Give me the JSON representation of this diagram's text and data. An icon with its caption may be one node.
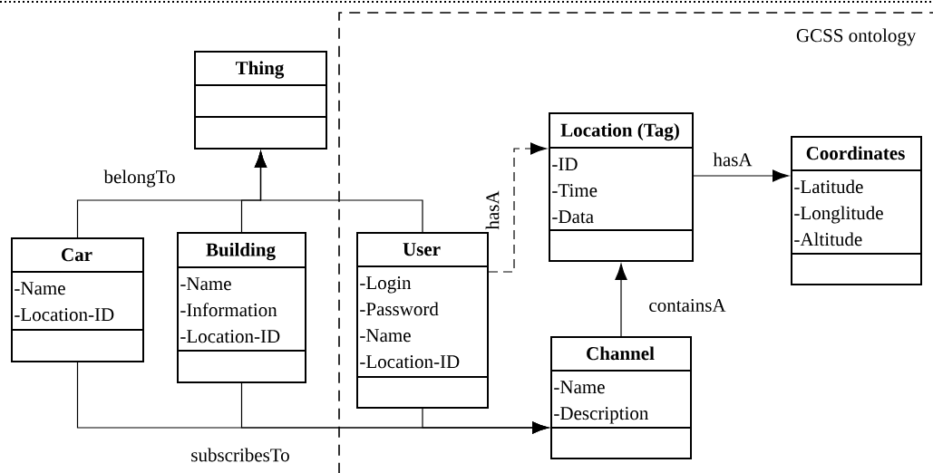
{
  "diagram": {
    "nodes": [
      {
        "text": [
          "GCSS ontology"
        ]
      },
      {
        "text": [
          "Thing"
        ]
      },
      {
        "text": [
          "Location (Tag)",
          "-ID",
          "-Time",
          "-Data"
        ],
        "in": 0
      },
      {
        "text": [
          "Coordinates",
          "-Latitude",
          "-Longlitude",
          "-Altitude"
        ],
        "in": 0
      },
      {
        "text": [
          "Car",
          "-Name",
          "-Location-ID"
        ]
      },
      {
        "text": [
          "Building",
          "-Name",
          "-Information",
          "-Location-ID"
        ]
      },
      {
        "text": [
          "User",
          "-Login",
          "-Password",
          "-Name",
          "-Location-ID"
        ],
        "in": 0
      },
      {
        "text": [
          "Channel",
          "-Name",
          "-Description"
        ],
        "in": 0
      }
    ],
    "edges": [
      {
        "from": 4,
        "to": 1,
        "arrow": "to",
        "label": "belongTo"
      },
      {
        "from": 5,
        "to": 1,
        "arrow": "to"
      },
      {
        "from": 6,
        "to": 1,
        "arrow": "to"
      },
      {
        "from": 4,
        "to": 7,
        "arrow": "to",
        "label": "subscribesTo"
      },
      {
        "from": 5,
        "to": 7,
        "arrow": "to"
      },
      {
        "from": 6,
        "to": 7,
        "arrow": "to"
      },
      {
        "from": 6,
        "to": 2,
        "arrow": "to",
        "label": "hasA",
        "style": "dashed"
      },
      {
        "from": 2,
        "to": 3,
        "arrow": "to",
        "label": "hasA"
      },
      {
        "from": 7,
        "to": 2,
        "arrow": "to",
        "label": "containsA"
      }
    ]
  }
}
